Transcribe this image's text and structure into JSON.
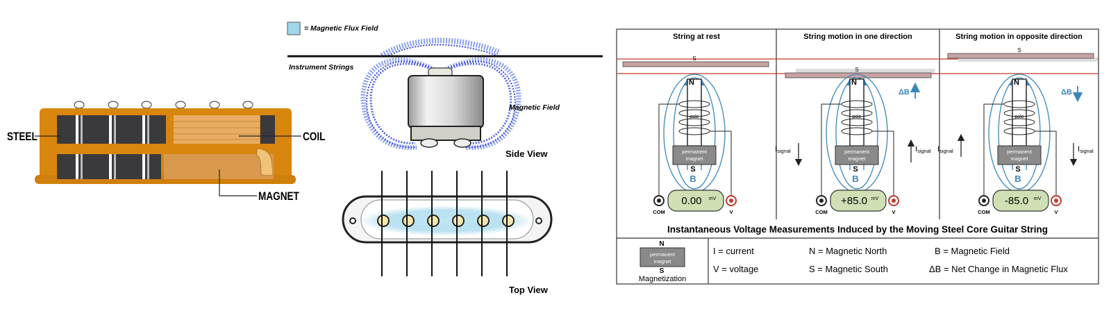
{
  "pickup_cross_section": {
    "labels": {
      "steel": "STEEL",
      "coil": "COIL",
      "magnet": "MAGNET"
    },
    "colors": {
      "bobbin": "#d8860e",
      "steel": "#3a3a3c",
      "coil": "#e8ac62",
      "magnet": "#d99a4e"
    }
  },
  "side_top_view": {
    "legend_text": "= Magnetic Flux Field",
    "strings_label": "Instrument Strings",
    "field_label": "Magnetic Field",
    "side_view_label": "Side View",
    "top_view_label": "Top View",
    "colors": {
      "flux": "#5566e6",
      "flux_light": "#9fd6ea"
    }
  },
  "measurement_panel": {
    "panels": [
      {
        "title": "String at rest",
        "string_label": "S",
        "reading": "0.00",
        "unit": "mV",
        "delta": "",
        "signal_dir": "none"
      },
      {
        "title": "String motion in one direction",
        "string_label": "S",
        "reading": "+85.0",
        "unit": "mV",
        "delta": "ΔB",
        "delta_dir": "up",
        "signal_dir": "down-up"
      },
      {
        "title": "String motion in opposite direction",
        "string_label": "S",
        "reading": "-85.0",
        "unit": "mV",
        "delta": "ΔB",
        "delta_dir": "down",
        "signal_dir": "up-down"
      }
    ],
    "pole_label": "pole",
    "magnet_line1": "permanent",
    "magnet_line2": "magnet",
    "north": "N",
    "south": "S",
    "field_symbol": "B",
    "signal_main": "I",
    "signal_sub": "signal",
    "com_label": "COM",
    "v_label": "V",
    "caption": "Instantaneous Voltage Measurements Induced by the Moving Steel Core Guitar String",
    "legend": {
      "magnetization_label": "Magnetization",
      "items": [
        "I = current",
        "N = Magnetic North",
        "B = Magnetic Field",
        "V = voltage",
        "S = Magnetic South",
        "ΔB = Net Change in Magnetic Flux"
      ]
    },
    "colors": {
      "field": "#3b86b8",
      "string": "#c9a3a3",
      "red_line": "#c0392b",
      "meter": "#cfe0b4"
    }
  }
}
